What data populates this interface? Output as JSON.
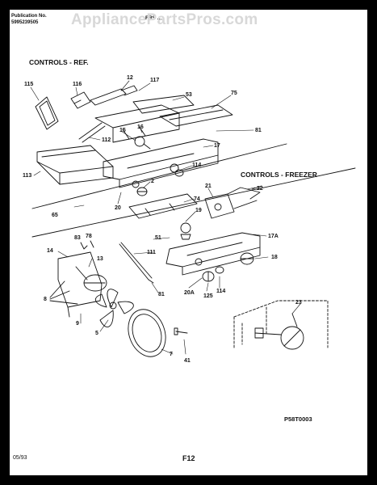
{
  "header": {
    "publication_label": "Publication No.",
    "publication_number": "5995239505",
    "model_partial": "FRS ...",
    "watermark": "AppliancePartsPros.com"
  },
  "sections": {
    "ref_controls": "CONTROLS - REF.",
    "freezer_controls": "CONTROLS - FREEZER"
  },
  "callouts": [
    "115",
    "116",
    "12",
    "117",
    "53",
    "75",
    "81",
    "112",
    "15",
    "16",
    "17",
    "113",
    "114",
    "2",
    "20",
    "65",
    "21",
    "22",
    "74",
    "19",
    "83",
    "78",
    "51",
    "17A",
    "14",
    "13",
    "111",
    "18",
    "8",
    "81",
    "20A",
    "125",
    "114",
    "9",
    "5",
    "7",
    "41",
    "23"
  ],
  "footer": {
    "date": "05/93",
    "page": "F12",
    "diagram_code": "P58T0003"
  },
  "colors": {
    "ink": "#111111",
    "border": "#000000",
    "watermark": "#d8d8d8"
  }
}
